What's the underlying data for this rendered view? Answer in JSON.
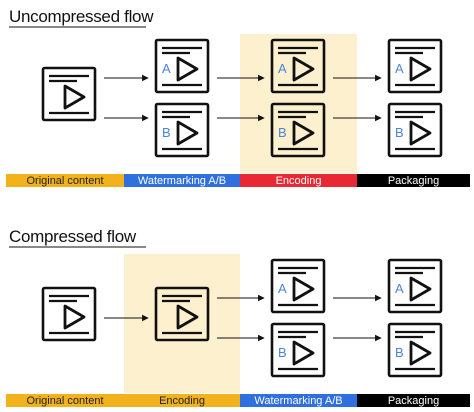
{
  "colors": {
    "original": "#F2B21C",
    "watermarking": "#2F6FE0",
    "encoding": "#E82832",
    "packaging": "#000000",
    "highlight": "#FDF0CF",
    "variant_letter": "#4A86D6",
    "icon_stroke": "#111111",
    "arrow": "#111111"
  },
  "sections": [
    {
      "id": "uncompressed",
      "title": "Uncompressed flow",
      "highlight_stage": 2,
      "stages": [
        {
          "label": "Original content",
          "color_key": "original",
          "label_color": "#222222"
        },
        {
          "label": "Watermarking A/B",
          "color_key": "watermarking",
          "label_color": "#FFFFFF"
        },
        {
          "label": "Encoding",
          "color_key": "encoding",
          "label_color": "#FFFFFF"
        },
        {
          "label": "Packaging",
          "color_key": "packaging",
          "label_color": "#FFFFFF"
        }
      ],
      "columns": [
        {
          "variants": [
            ""
          ]
        },
        {
          "variants": [
            "A",
            "B"
          ]
        },
        {
          "variants": [
            "A",
            "B"
          ]
        },
        {
          "variants": [
            "A",
            "B"
          ]
        }
      ]
    },
    {
      "id": "compressed",
      "title": "Compressed flow",
      "highlight_stage": 1,
      "stages": [
        {
          "label": "Original content",
          "color_key": "original",
          "label_color": "#222222"
        },
        {
          "label": "Encoding",
          "color_key": "original",
          "label_color": "#222222"
        },
        {
          "label": "Watermarking A/B",
          "color_key": "watermarking",
          "label_color": "#FFFFFF"
        },
        {
          "label": "Packaging",
          "color_key": "packaging",
          "label_color": "#FFFFFF"
        }
      ],
      "columns": [
        {
          "variants": [
            ""
          ]
        },
        {
          "variants": [
            ""
          ]
        },
        {
          "variants": [
            "A",
            "B"
          ]
        },
        {
          "variants": [
            "A",
            "B"
          ]
        }
      ]
    }
  ]
}
